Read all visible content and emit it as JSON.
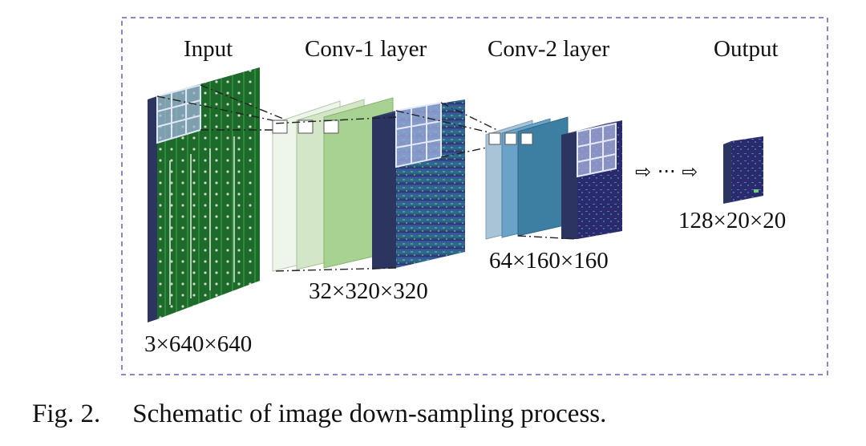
{
  "stages": {
    "input": {
      "title": "Input",
      "shape": "3×640×640"
    },
    "conv1": {
      "title": "Conv-1 layer",
      "shape": "32×320×320"
    },
    "conv2": {
      "title": "Conv-2 layer",
      "shape": "64×160×160"
    },
    "output": {
      "title": "Output",
      "shape": "128×20×20"
    }
  },
  "ellipsis": "⇨ ··· ⇨",
  "caption": {
    "number": "Fig. 2.",
    "text": "Schematic of image down-sampling process."
  },
  "colors": {
    "frame_border": "#8c86c8",
    "volume_side": "#2b3560",
    "pcb_green": "#1f6b2a",
    "conv1_filters": [
      "#e8f1e2",
      "#cfe3c4",
      "#a6d08f"
    ],
    "conv2_filters": [
      "#a9c4d6",
      "#6aa2c8",
      "#3c7fa3"
    ],
    "feature_map": "#2a3a7a"
  }
}
